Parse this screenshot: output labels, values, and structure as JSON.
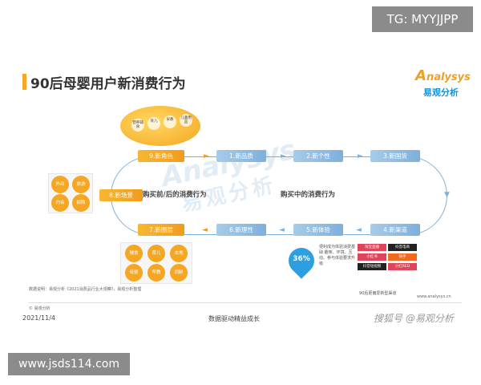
{
  "overlay": {
    "tg": "TG: MYYJJPP",
    "url": "www.jsds114.com"
  },
  "slide": {
    "title": "90后母婴用户新消费行为",
    "logo_en": "nalysys",
    "logo_en_first": "A",
    "logo_cn": "易观分析",
    "watermark_en": "Analysys",
    "watermark_cn": "易观分析"
  },
  "ellipse": {
    "items": [
      "营养辅食",
      "育儿",
      "早教",
      "儿童用品"
    ]
  },
  "steps": {
    "s1": "1.新品质",
    "s2": "2.新个性",
    "s3": "3.新国货",
    "s4": "4.新渠道",
    "s5": "5.新体验",
    "s6": "6.新理性",
    "s7": "7.新圈层",
    "s8": "8.新场景",
    "s9": "9.新角色"
  },
  "stages": {
    "before_after": "购买前/后的消费行为",
    "during": "购买中的消费行为"
  },
  "scenes": [
    "外出",
    "旅游",
    "约会",
    "拍照"
  ],
  "circles": [
    "辅食",
    "育儿",
    "本地",
    "母婴",
    "早教",
    "同龄"
  ],
  "stat": {
    "value": "36%",
    "desc": "便利成为体验消费基础 趣味、环境、互动、参与体验要求升级"
  },
  "apps": {
    "items": [
      "淘宝直播",
      "抖音电商",
      "小红书",
      "快手",
      "抖音短视频",
      "小红RED"
    ],
    "caption": "90后更偏爱新型渠道"
  },
  "footnotes": {
    "source": "数据说明：易观分析《2021消费品行业大观察》，易观分析整理",
    "copyright": "© 易观分析",
    "site": "www.analysys.cn"
  },
  "footer": {
    "date": "2021/11/4",
    "slogan": "数据驱动精益成长",
    "signature": "搜狐号 @易观分析"
  },
  "colors": {
    "accent": "#f5a623",
    "blue": "#7eb0db",
    "pin": "#2d9ee0"
  }
}
